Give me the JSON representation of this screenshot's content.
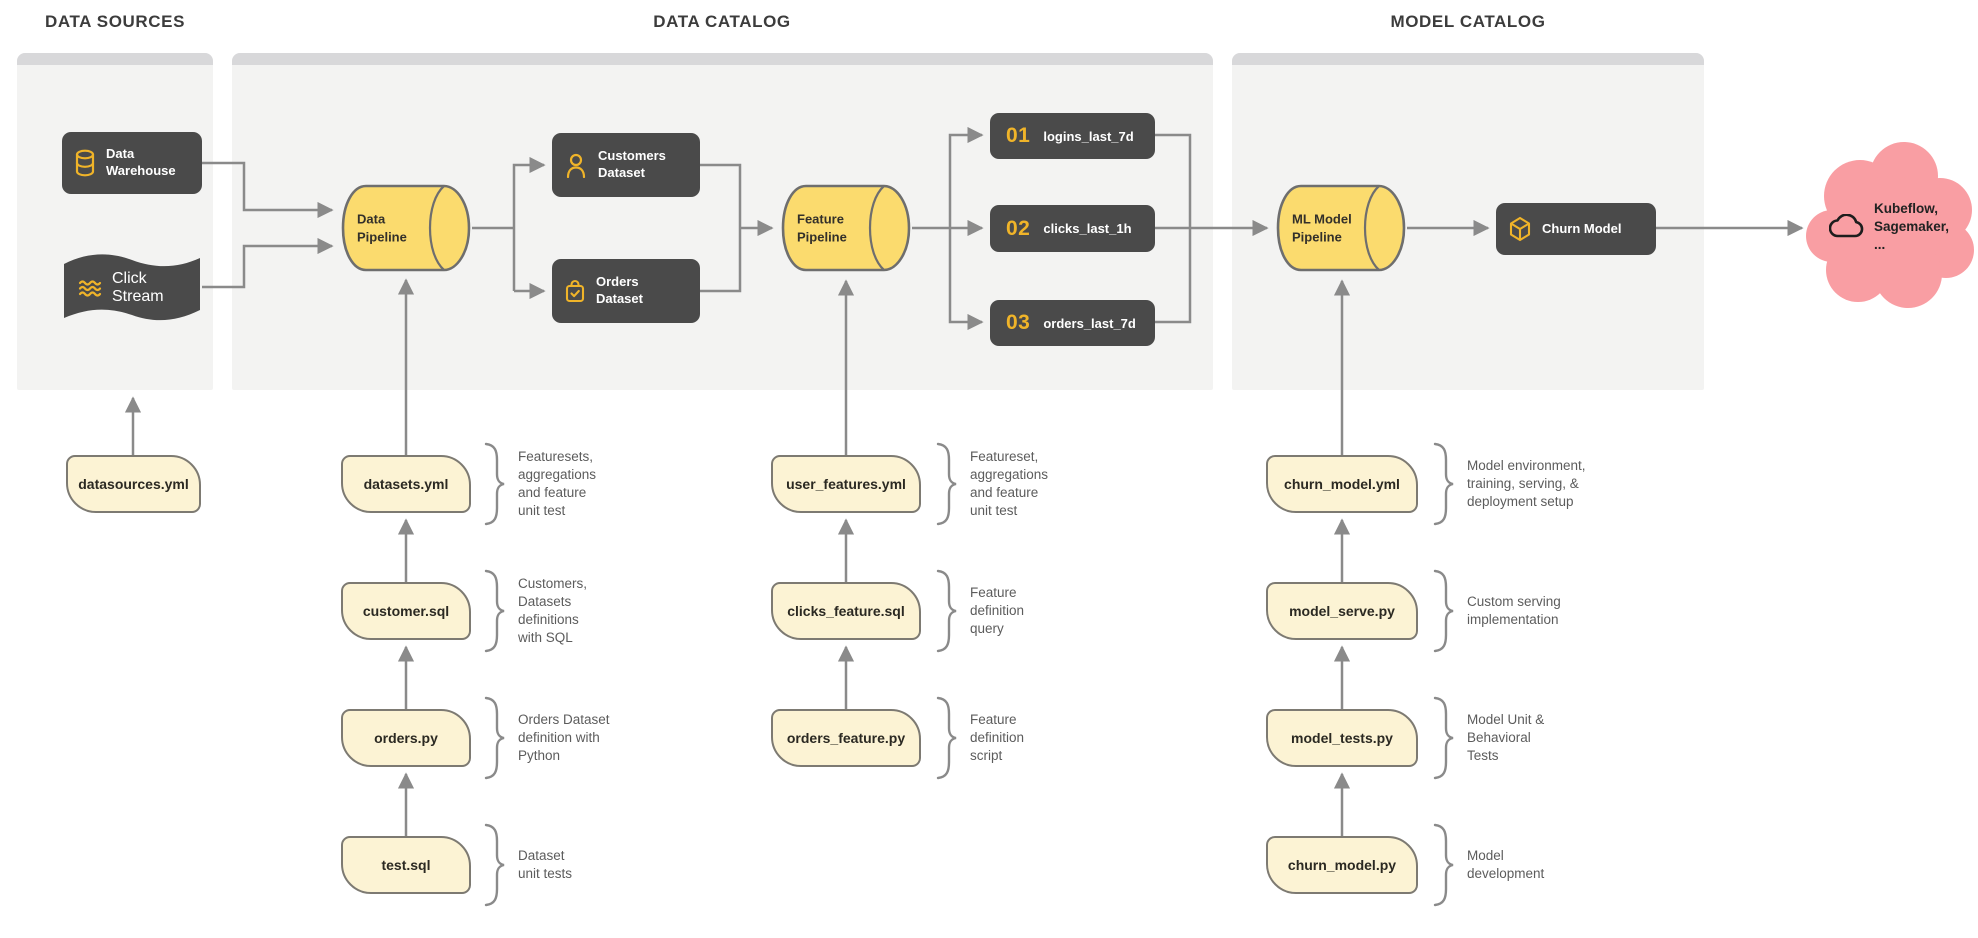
{
  "sections": [
    {
      "title": "DATA SOURCES"
    },
    {
      "title": "DATA CATALOG"
    },
    {
      "title": "MODEL CATALOG"
    }
  ],
  "nodes": {
    "data_warehouse": {
      "label": "Data\nWarehouse",
      "icon": "database-icon"
    },
    "click_stream": {
      "label": "Click\nStream",
      "icon": "waves-icon"
    },
    "data_pipeline": {
      "label": "Data\nPipeline"
    },
    "customers_dataset": {
      "label": "Customers\nDataset",
      "icon": "person-icon"
    },
    "orders_dataset": {
      "label": "Orders\nDataset",
      "icon": "bag-check-icon"
    },
    "feature_pipeline": {
      "label": "Feature\nPipeline"
    },
    "ml_model_pipeline": {
      "label": "ML Model\nPipeline"
    },
    "churn_model": {
      "label": "Churn Model",
      "icon": "cube-icon"
    },
    "cloud": {
      "label": "Kubeflow,\nSagemaker,\n...",
      "icon": "cloud-icon"
    }
  },
  "features": [
    {
      "num": "01",
      "label": "logins_last_7d"
    },
    {
      "num": "02",
      "label": "clicks_last_1h"
    },
    {
      "num": "03",
      "label": "orders_last_7d"
    }
  ],
  "files": {
    "datasources": {
      "label": "datasources.yml"
    },
    "col_data": [
      {
        "label": "datasets.yml",
        "note": "Featuresets,\naggregations\nand feature\nunit test"
      },
      {
        "label": "customer.sql",
        "note": "Customers,\nDatasets\ndefinitions\nwith SQL"
      },
      {
        "label": "orders.py",
        "note": "Orders Dataset\ndefinition with\nPython"
      },
      {
        "label": "test.sql",
        "note": "Dataset\nunit tests"
      }
    ],
    "col_feature": [
      {
        "label": "user_features.yml",
        "note": "Featureset,\naggregations\nand feature\nunit test"
      },
      {
        "label": "clicks_feature.sql",
        "note": "Feature\ndefinition\nquery"
      },
      {
        "label": "orders_feature.py",
        "note": "Feature\ndefinition\nscript"
      }
    ],
    "col_model": [
      {
        "label": "churn_model.yml",
        "note": "Model environment,\ntraining, serving, &\ndeployment setup"
      },
      {
        "label": "model_serve.py",
        "note": "Custom serving\nimplementation"
      },
      {
        "label": "model_tests.py",
        "note": "Model Unit &\nBehavioral\nTests"
      },
      {
        "label": "churn_model.py",
        "note": "Model\ndevelopment"
      }
    ]
  },
  "colors": {
    "accent": "#f0b429",
    "dark": "#4a4a4a",
    "cyl": "#fbdb6e",
    "file": "#fcf3d4",
    "cloud": "#f99ea3",
    "panel": "#f3f3f2",
    "bar": "#d8d8da",
    "line": "#8a8a8a"
  }
}
